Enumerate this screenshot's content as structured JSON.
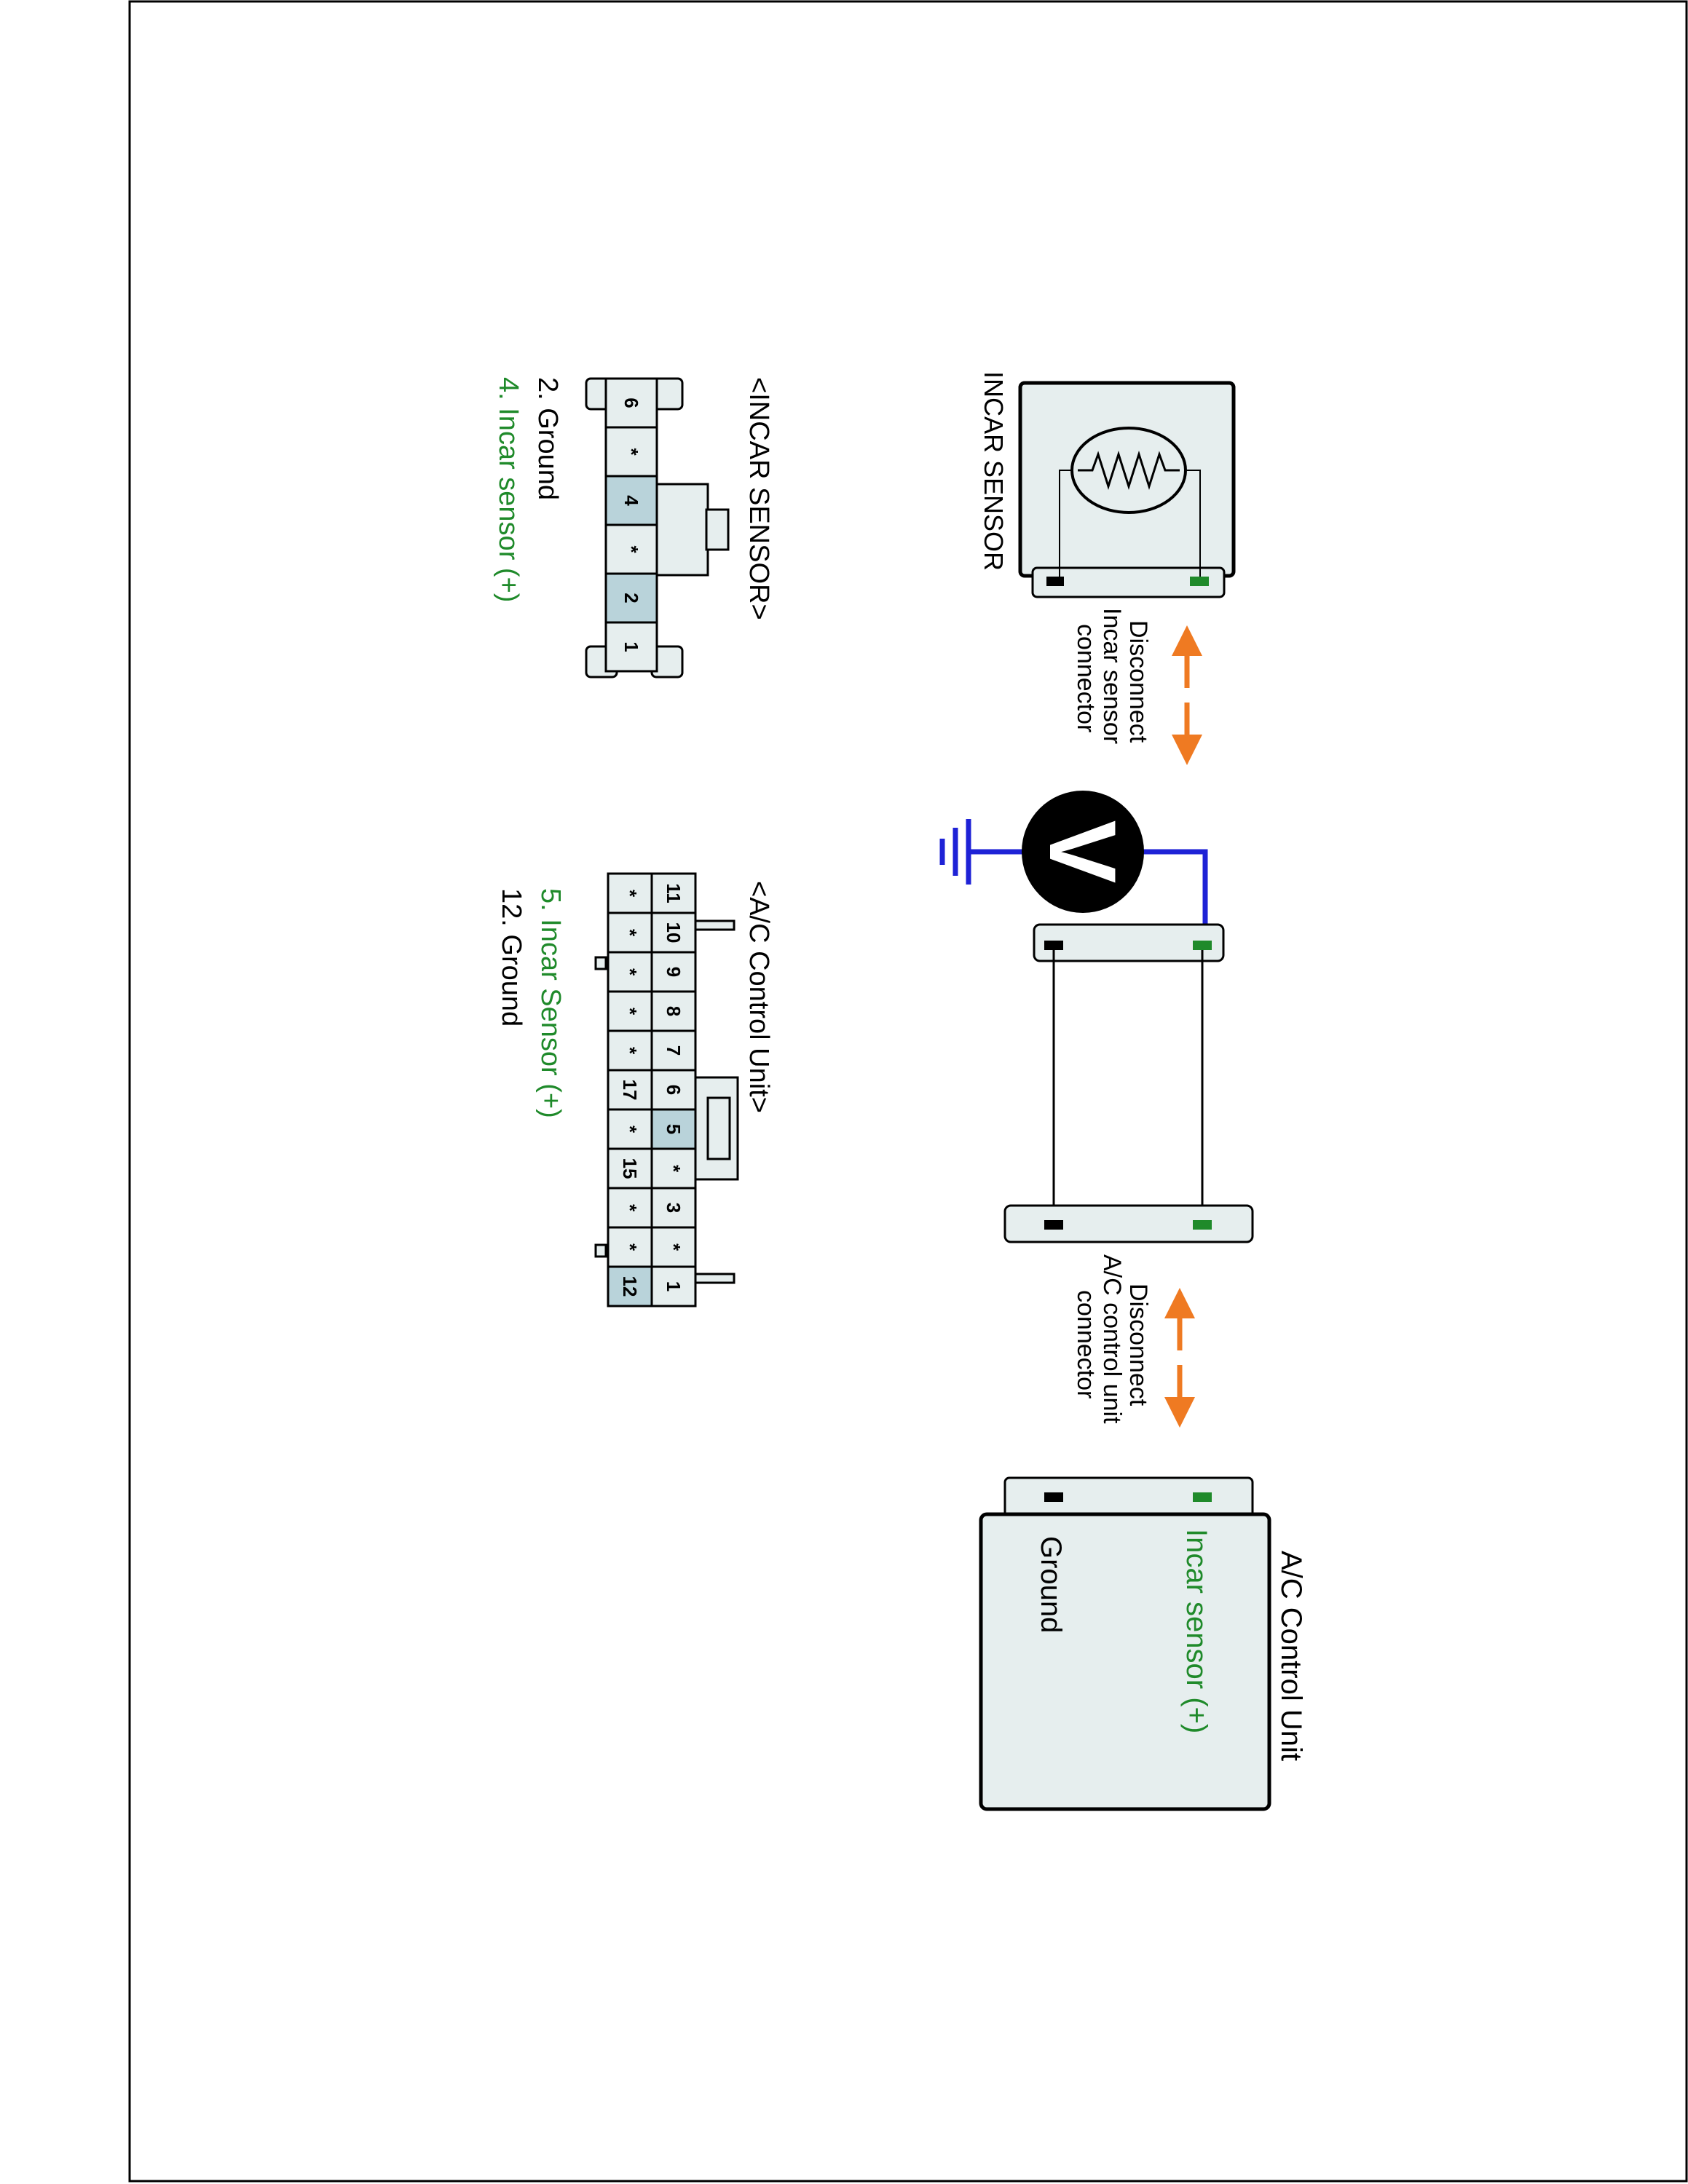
{
  "sensor_component": {
    "title": "INCAR SENSOR"
  },
  "disconnect_sensor": {
    "line1": "Disconnect",
    "line2": "Incar sensor",
    "line3": "connector"
  },
  "voltmeter": {
    "symbol": "V"
  },
  "disconnect_acu": {
    "line1": "Disconnect",
    "line2": "A/C control unit",
    "line3": "connector"
  },
  "acu_component": {
    "title": "A/C Control Unit",
    "pin_sensor": "Incar sensor (+)",
    "pin_ground": "Ground"
  },
  "incar_connector": {
    "title": "<INCAR SENSOR>",
    "cells": [
      "6",
      "*",
      "4",
      "*",
      "2",
      "1"
    ],
    "legend": [
      {
        "text": "2. Ground",
        "color": "#000000"
      },
      {
        "text": "4. Incar sensor (+)",
        "color": "#1f8a2a"
      }
    ]
  },
  "acu_connector": {
    "title": "<A/C Control Unit>",
    "row_top": [
      "11",
      "10",
      "9",
      "8",
      "7",
      "6",
      "5",
      "*",
      "3",
      "*",
      "1"
    ],
    "row_bottom": [
      "*",
      "*",
      "*",
      "*",
      "*",
      "17",
      "*",
      "15",
      "*",
      "*",
      "12"
    ],
    "legend": [
      {
        "text": "5. Incar Sensor (+)",
        "color": "#1f8a2a"
      },
      {
        "text": "12. Ground",
        "color": "#000000"
      }
    ]
  },
  "colors": {
    "wire_signal": "#1e22d6",
    "pin_signal": "#1f8a2a",
    "pin_ground": "#000000",
    "arrow": "#ef7a22",
    "highlight_cell": "#b9d3da",
    "component_fill": "#e6eeee"
  }
}
